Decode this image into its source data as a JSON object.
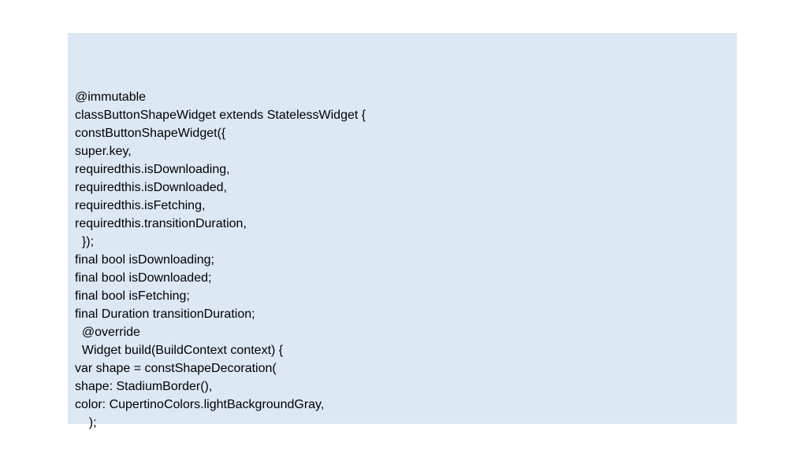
{
  "code": {
    "background_color": "#dde8f5",
    "lines": [
      "@immutable",
      "classButtonShapeWidget extends StatelessWidget {",
      "constButtonShapeWidget({",
      "super.key,",
      "requiredthis.isDownloading,",
      "requiredthis.isDownloaded,",
      "requiredthis.isFetching,",
      "requiredthis.transitionDuration,",
      "  });",
      "final bool isDownloading;",
      "final bool isDownloaded;",
      "final bool isFetching;",
      "final Duration transitionDuration;",
      "  @override",
      "  Widget build(BuildContext context) {",
      "var shape = constShapeDecoration(",
      "shape: StadiumBorder(),",
      "color: CupertinoColors.lightBackgroundGray,",
      "    );"
    ]
  }
}
